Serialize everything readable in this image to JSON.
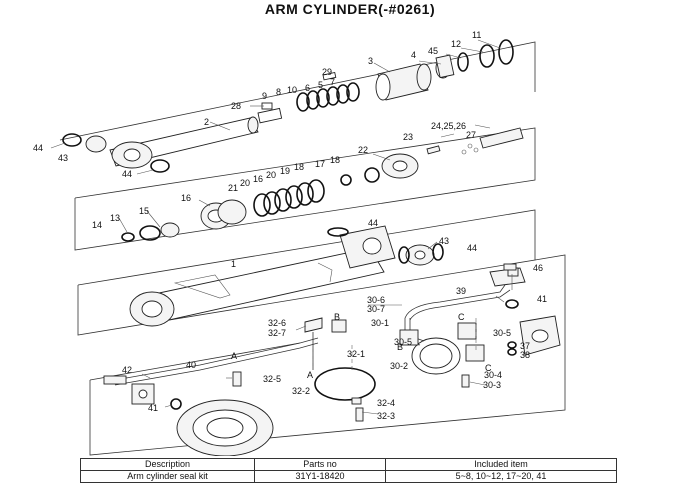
{
  "title": "ARM CYLINDER(-#0261)",
  "callouts": {
    "c11": "11",
    "c12": "12",
    "c45": "45",
    "c4": "4",
    "c3": "3",
    "c29": "29",
    "c9": "9",
    "c8": "8",
    "c10": "10",
    "c6": "6",
    "c5": "5",
    "c7": "7",
    "c28": "28",
    "c2": "2",
    "c44a": "44",
    "c43a": "43",
    "c44b": "44",
    "c24": "24,25,26",
    "c27": "27",
    "c23": "23",
    "c22": "22",
    "c18": "18",
    "c17": "17",
    "c21": "21",
    "c20": "20",
    "c16": "16",
    "c19": "19",
    "c20b": "20",
    "c18b": "18",
    "c16b": "16",
    "c15": "15",
    "c13": "13",
    "c14": "14",
    "c44c": "44",
    "c43b": "43",
    "c44d": "44",
    "c1": "1",
    "c46": "46",
    "c39": "39",
    "c41a": "41",
    "c30_6": "30-6",
    "c30_7": "30-7",
    "cB1": "B",
    "c30_1": "30-1",
    "c32_6": "32-6",
    "c32_7": "32-7",
    "cC1": "C",
    "c30_5a": "30-5",
    "c32_1": "32-1",
    "c30_5b": "30-5",
    "cB2": "B",
    "c37": "37",
    "c38": "38",
    "cC2": "C",
    "c30_2": "30-2",
    "c30_4": "30-4",
    "c30_3": "30-3",
    "c42": "42",
    "c40": "40",
    "cA1": "A",
    "c32_5": "32-5",
    "cA2": "A",
    "c32_2": "32-2",
    "c32_4": "32-4",
    "c41b": "41",
    "c32_3": "32-3"
  },
  "seal_kit_table": {
    "headers": [
      "Description",
      "Parts no",
      "Included item"
    ],
    "rows": [
      [
        "Arm cylinder seal kit",
        "31Y1-18420",
        "5~8, 10~12, 17~20, 41"
      ]
    ]
  }
}
